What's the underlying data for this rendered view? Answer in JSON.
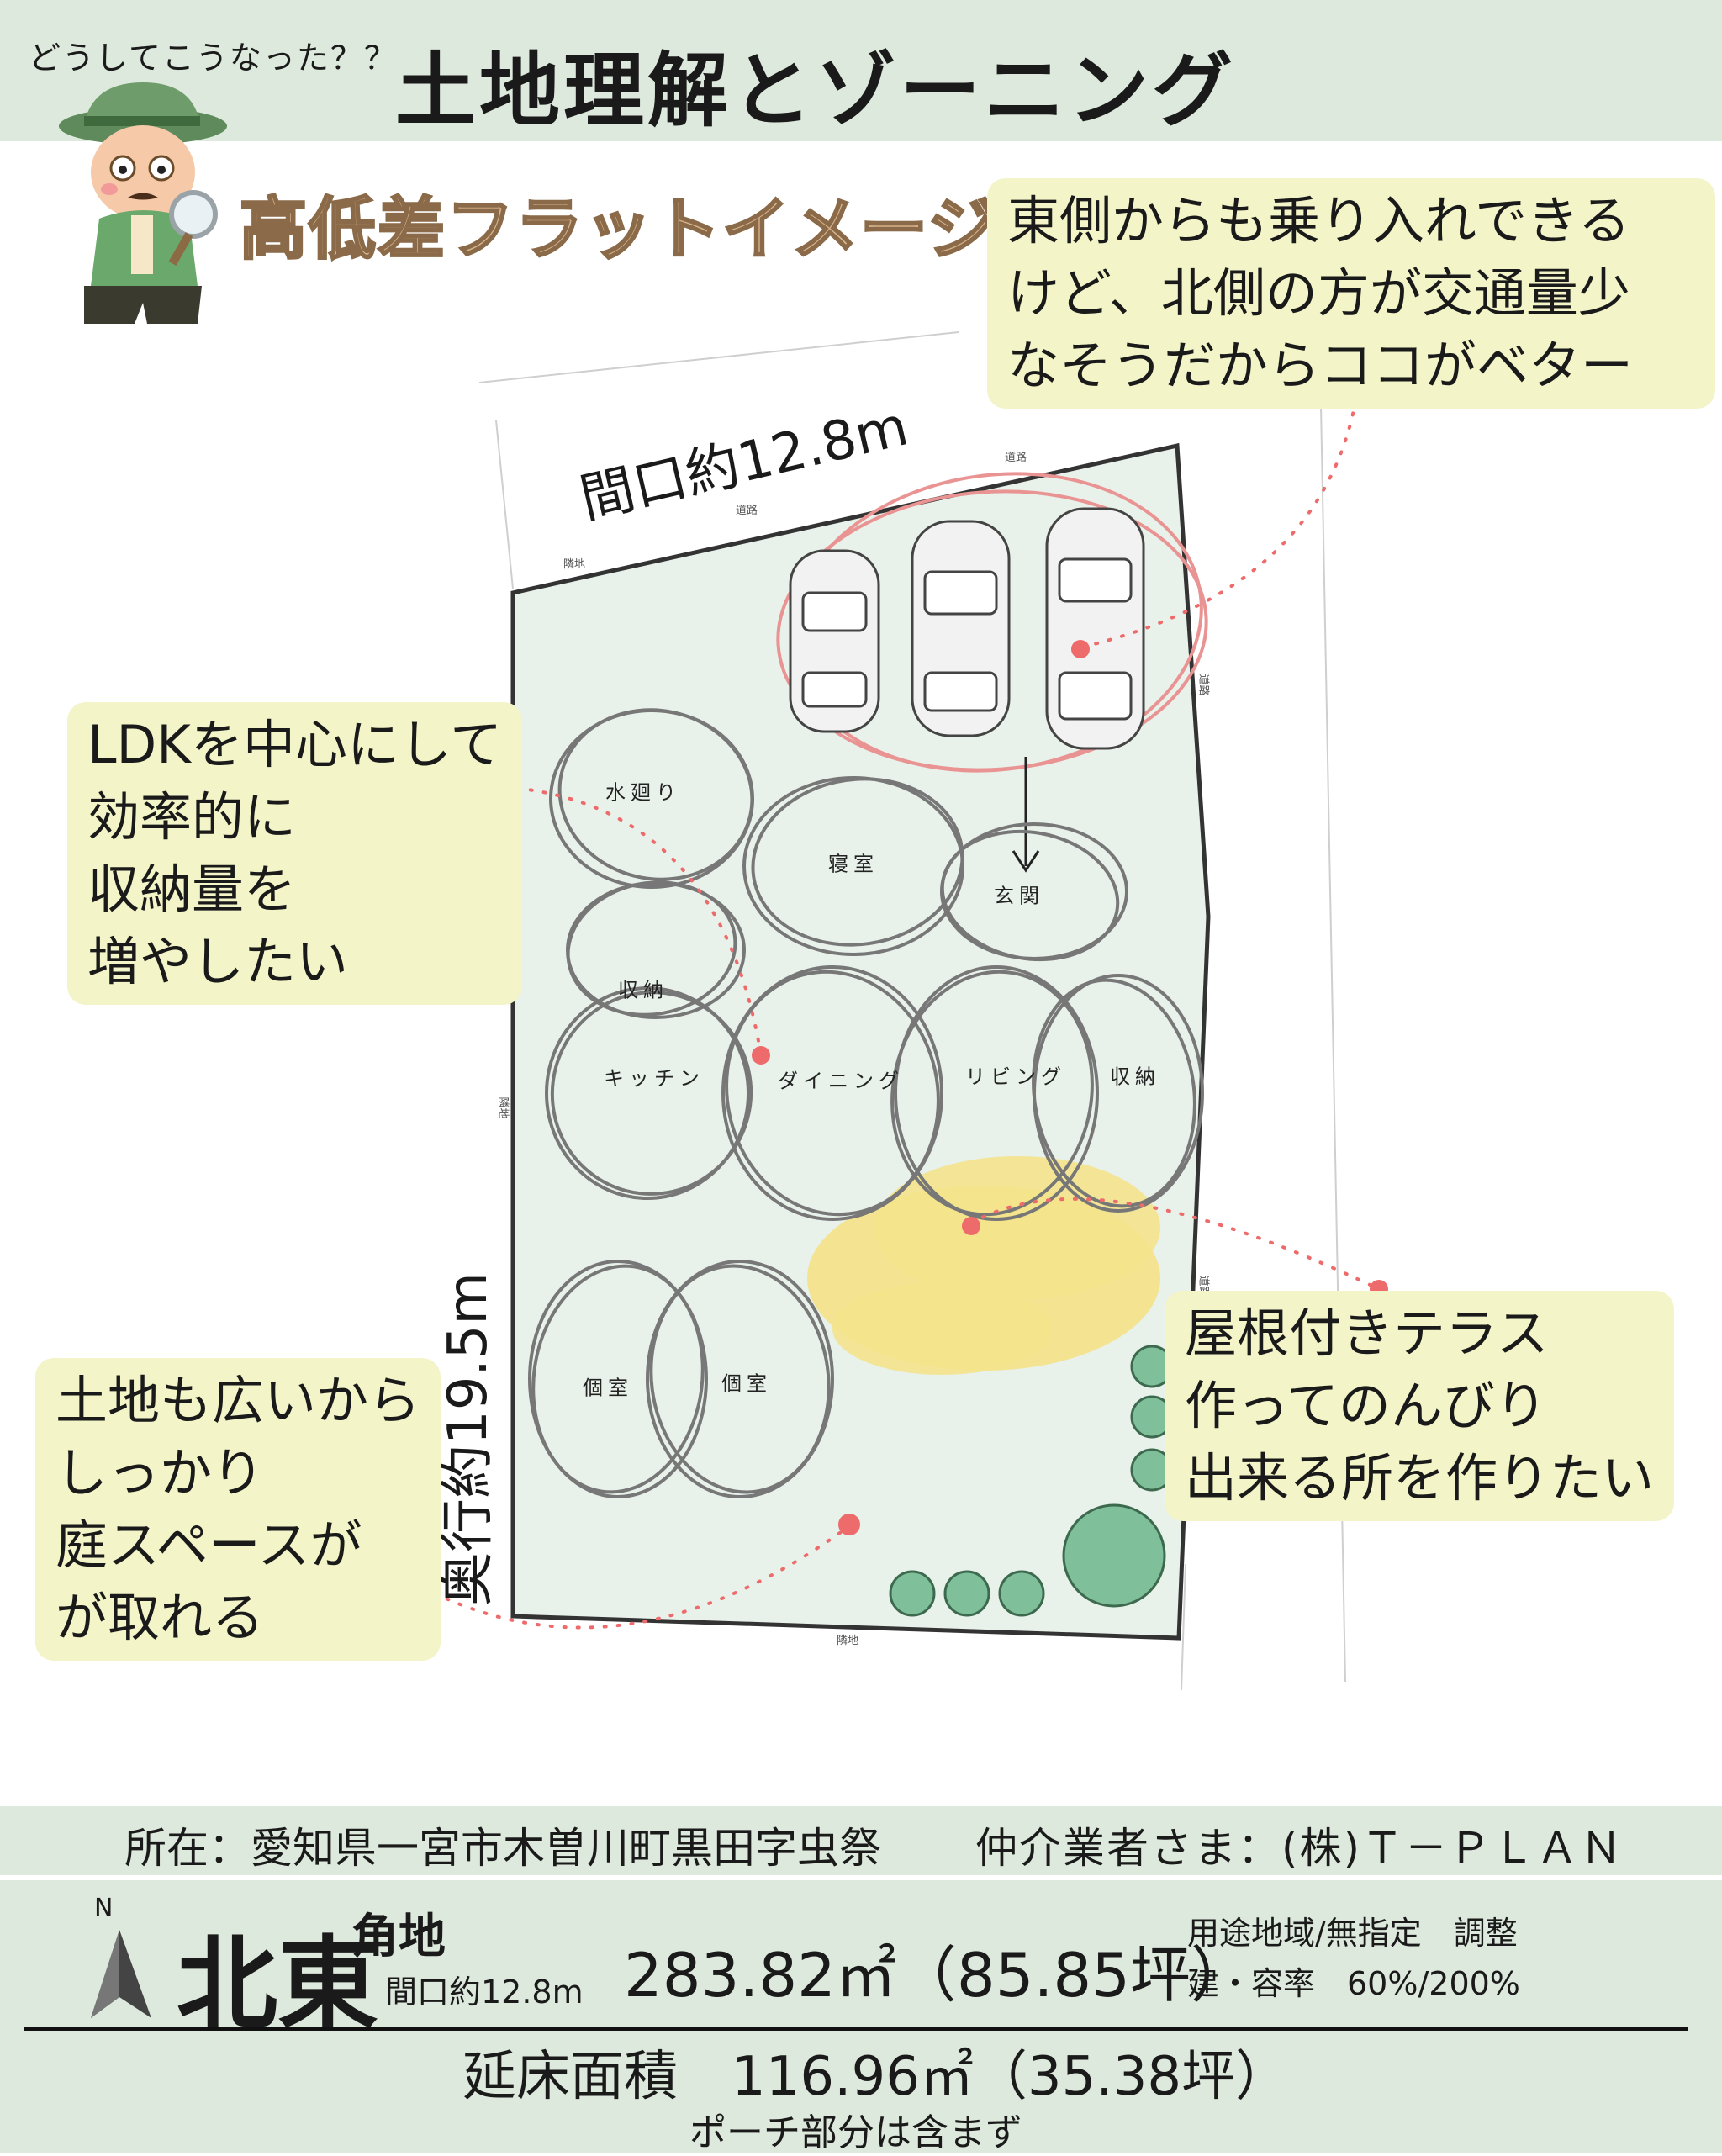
{
  "header": {
    "question": "どうしてこうなった？？",
    "title": "土地理解とゾーニング"
  },
  "subtitle": "高低差フラットイメージ",
  "notes": {
    "northeast": [
      "東側からも乗り入れできる",
      "けど、北側の方が交通量少",
      "なそうだからココがベター"
    ],
    "ldk": [
      "LDKを中心にして",
      "効率的に",
      "収納量を",
      "増やしたい"
    ],
    "terrace": [
      "屋根付きテラス",
      "作ってのんびり",
      "出来る所を作りたい"
    ],
    "garden": [
      "土地も広いから",
      "しっかり",
      "庭スペースが",
      "が取れる"
    ]
  },
  "dimensions": {
    "frontage": "間口約12.8m",
    "depth": "奥行約19.5m"
  },
  "boundary_labels": {
    "road_top": "道路",
    "road_mid": "道路",
    "neighbor_nw": "隣地",
    "road_east": "道路",
    "road_east2": "道路",
    "neighbor_west": "隣地",
    "neighbor_south": "隣地"
  },
  "rooms": {
    "wet": "水廻り",
    "bedroom": "寝室",
    "entrance": "玄関",
    "storage1": "収納",
    "kitchen": "キッチン",
    "dining": "ダイニング",
    "living": "リビング",
    "storage2": "収納",
    "private1": "個室",
    "private2": "個室"
  },
  "info": {
    "location": "所在：愛知県一宮市木曽川町黒田字虫祭",
    "broker": "仲介業者さま：(株)Ｔ－ＰＬＡＮ"
  },
  "summary": {
    "north_label": "N",
    "direction": "北東",
    "direction_suffix": "角地",
    "frontage": "間口約12.8m",
    "area": "283.82㎡（85.85坪）",
    "use_zone": "用途地域/無指定　調整",
    "coverage": "建・容率　60%/200%",
    "floor_area": "延床面積　116.96㎡（35.38坪）",
    "porch_note": "ポーチ部分は含まず"
  },
  "colors": {
    "band": "#dde9dc",
    "lot": "#e8f1ea",
    "note": "#f3f4c8",
    "accent": "#ee6b6b",
    "terrace": "#f4e38c",
    "tree": "#7fbf9a",
    "subtitle": "#d8b48c"
  }
}
